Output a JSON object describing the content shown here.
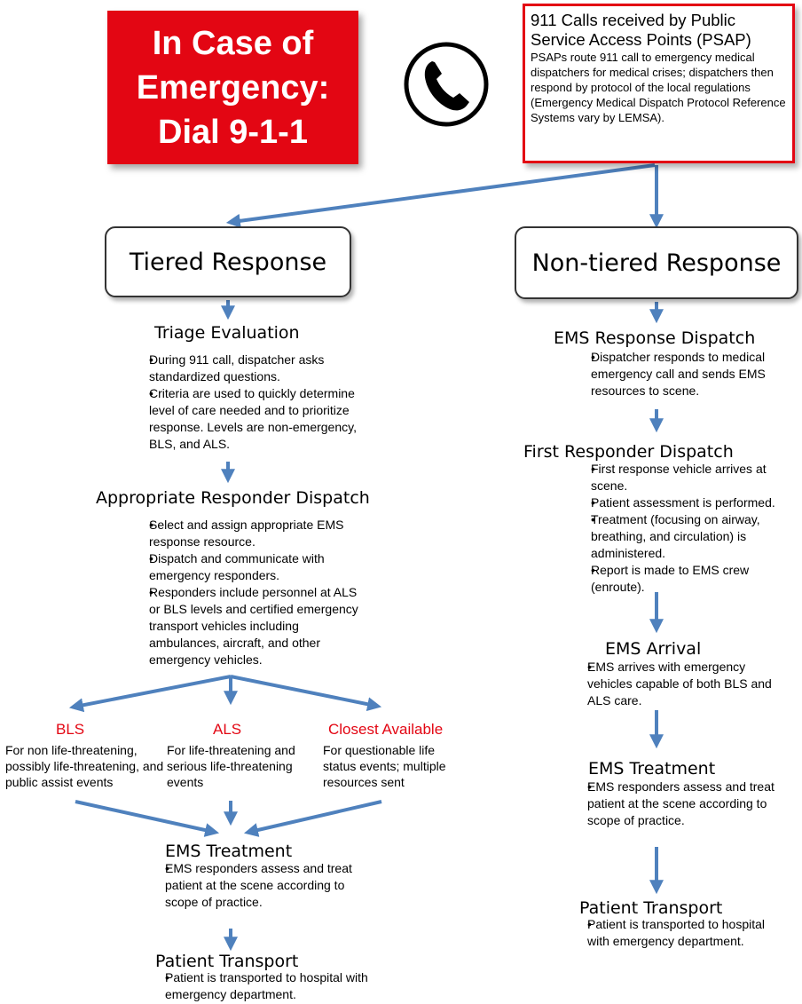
{
  "emergency": {
    "line1": "In Case of",
    "line2": "Emergency:",
    "line3": "Dial 9-1-1"
  },
  "phone_icon": "phone-handset-icon",
  "psap": {
    "title": "911 Calls received by Public Service Access Points (PSAP)",
    "body": "PSAPs route 911 call to emergency medical dispatchers for medical crises; dispatchers then respond by protocol of the local regulations (Emergency Medical Dispatch Protocol Reference Systems vary by LEMSA)."
  },
  "tiered": {
    "title": "Tiered Response",
    "triage": {
      "heading": "Triage Evaluation",
      "bullets": [
        "During 911 call, dispatcher asks standardized questions.",
        "Criteria are used to quickly determine level of care needed and to prioritize response. Levels are non-emergency, BLS, and ALS."
      ]
    },
    "responder": {
      "heading": "Appropriate Responder Dispatch",
      "bullets": [
        "Select and assign appropriate EMS response resource.",
        "Dispatch and communicate with emergency responders.",
        "Responders include personnel at ALS or BLS levels and certified emergency transport vehicles including ambulances, aircraft, and other emergency vehicles."
      ]
    },
    "bls": {
      "heading": "BLS",
      "text": "For non life-threatening, possibly life-threatening, and public assist events"
    },
    "als": {
      "heading": "ALS",
      "text": "For life-threatening and serious life-threatening events"
    },
    "closest": {
      "heading": "Closest Available",
      "text": "For questionable life status events; multiple resources sent"
    },
    "treatment": {
      "heading": "EMS Treatment",
      "bullets": [
        "EMS responders assess and treat patient at the scene according to scope of practice."
      ]
    },
    "transport": {
      "heading": "Patient Transport",
      "bullets": [
        "Patient is transported to hospital with emergency department."
      ]
    }
  },
  "nontiered": {
    "title": "Non-tiered Response",
    "dispatch": {
      "heading": "EMS Response Dispatch",
      "bullets": [
        "Dispatcher responds to medical emergency call and sends EMS resources to scene."
      ]
    },
    "first": {
      "heading": "First Responder Dispatch",
      "bullets": [
        "First response vehicle arrives at scene.",
        "Patient assessment is performed.",
        "Treatment (focusing on airway, breathing, and circulation) is administered.",
        "Report is made to EMS crew (enroute)."
      ]
    },
    "arrival": {
      "heading": "EMS Arrival",
      "bullets": [
        "EMS arrives with emergency vehicles capable of both BLS and ALS care."
      ]
    },
    "treatment": {
      "heading": "EMS Treatment",
      "bullets": [
        "EMS responders assess and treat patient at the scene according to scope of practice."
      ]
    },
    "transport": {
      "heading": "Patient Transport",
      "bullets": [
        "Patient is transported to hospital with emergency department."
      ]
    }
  },
  "colors": {
    "accent_red": "#e30613",
    "arrow_blue": "#4f81bd"
  }
}
